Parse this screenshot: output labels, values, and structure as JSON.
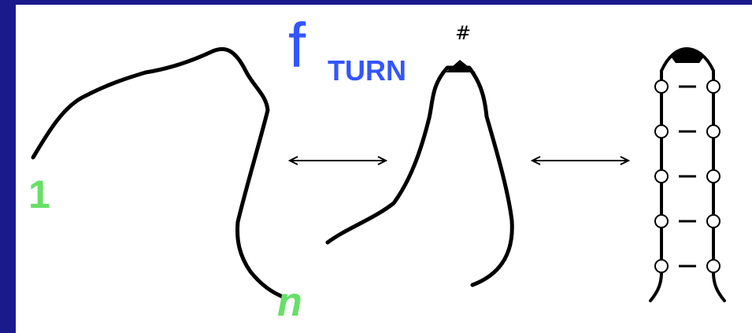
{
  "labels": {
    "start_residue": "1",
    "end_residue": "n",
    "f_letter": "f",
    "f_subscript": "TURN",
    "turn_mark": "#"
  },
  "colors": {
    "background": "#1a1a8c",
    "panel": "#ffffff",
    "chain": "#000000",
    "residue_label": "#66e066",
    "f_turn_label": "#3355ff"
  },
  "rungs": 5
}
